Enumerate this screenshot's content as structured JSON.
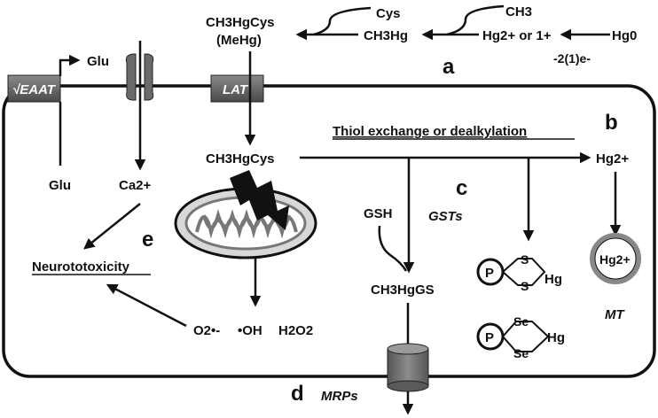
{
  "top": {
    "mehg_formula": "CH3HgCys",
    "mehg_paren": "(MeHg)",
    "cys": "Cys",
    "ch3hg": "CH3Hg",
    "ch3": "CH3",
    "hg_ion": "Hg2+ or 1+",
    "hg0": "Hg0",
    "electrons": "-2(1)e-"
  },
  "labels": {
    "a": "a",
    "b": "b",
    "c": "c",
    "d": "d",
    "e": "e"
  },
  "transporters": {
    "eaat": "√EAAT",
    "lat": "LAT",
    "mrps": "MRPs"
  },
  "cell": {
    "glu_out": "Glu",
    "glu_in": "Glu",
    "ca": "Ca2+",
    "ch3hgcys": "CH3HgCys",
    "thiol": "Thiol exchange or dealkylation",
    "hg2": "Hg2+",
    "mt_hg": "Hg2+",
    "mt": "MT",
    "gsh": "GSH",
    "gsts": "GSTs",
    "ch3hggs": "CH3HgGS",
    "neuro": "Neurototoxicity",
    "ros_o2": "O2•-",
    "ros_oh": "•OH",
    "ros_h2o2": "H2O2",
    "protein_p": "P",
    "s": "S",
    "se": "Se",
    "hg": "Hg"
  }
}
